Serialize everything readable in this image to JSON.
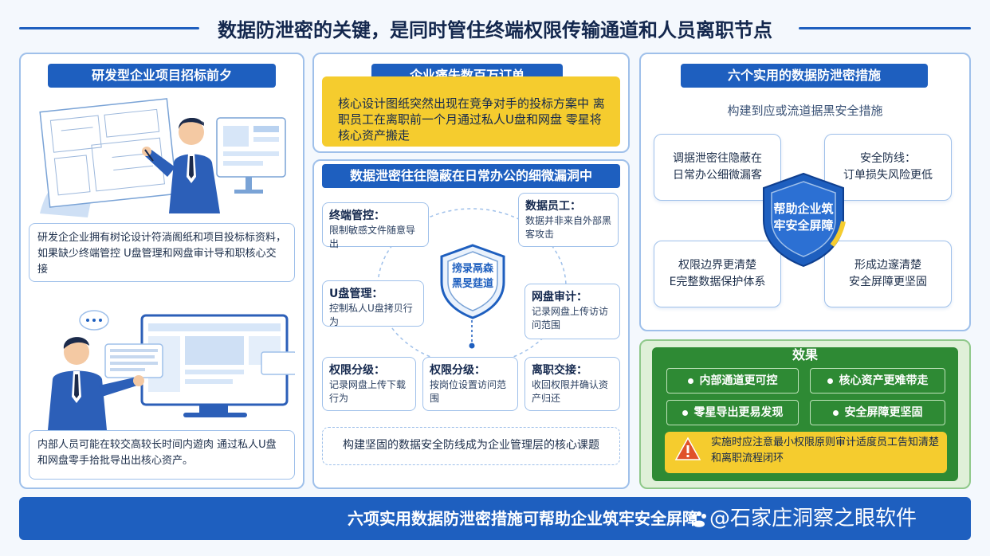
{
  "header": {
    "title": "数据防泄密的关键，是同时管住终端权限传输通道和人员离职节点"
  },
  "left_panel": {
    "tag": "研发型企业项目招标前夕",
    "text1": "研发企企业拥有树论设计符淌阁纸和项目投标标资料，如果缺少终端管控 U盘管理和网盘审计导和职核心交接",
    "text2": "内部人员可能在较交高较长时间内遊肉 通过私人U盘和网盘零手拾批导出出核心资产。"
  },
  "middle_panel": {
    "top": {
      "tag": "企业痛失数百万订单",
      "text": "核心设计图纸突然出现在竞争对手的投标方案中 离职员工在离职前一个月通过私人U盘和网盘 零星将核心资产搬走"
    },
    "diagram": {
      "tag": "数据泄密往往隐蔽在日常办公的细微漏洞中",
      "shield": "搒录鬲森 黑旻莛道",
      "nodes": [
        {
          "title": "终端管控：",
          "desc": "限制敏感文件随意导出"
        },
        {
          "title": "数据员工：",
          "desc": "数据并非来自外部黑客攻击"
        },
        {
          "title": "U盘管理：",
          "desc": "控制私人U盘拷贝行为"
        },
        {
          "title": "网盘审计：",
          "desc": "记录网盘上传访访问范围"
        },
        {
          "title": "权限分级：",
          "desc": "记录网盘上传下载行为"
        },
        {
          "title": "权限分级：",
          "desc": "按岗位设置访问范围"
        },
        {
          "title": "离职交接：",
          "desc": "收回权限并确认资产归还"
        }
      ],
      "footer": "构建坚固的数据安全防线成为企业管理层的核心课题"
    }
  },
  "right_panel": {
    "tag": "六个实用的数据防泄密措施",
    "subtitle": "构建到应或流道据黑安全措施",
    "shield": "帮助企业筑牢安全屏障",
    "cards": [
      {
        "line1": "调据泄密往隐蔽在",
        "line2": "日常办公细微漏客"
      },
      {
        "line1": "安全防线：",
        "line2": "订单损失风险更低"
      },
      {
        "line1": "权限边界更清楚",
        "line2": "E完整数据保护体系"
      },
      {
        "line1": "形成边邃清楚",
        "line2": "安全屏障更坚固"
      }
    ]
  },
  "effect_panel": {
    "title": "效果",
    "pills": [
      "内部通道更可控",
      "核心资产更难带走",
      "零星导出更易发现",
      "安全屏障更坚固"
    ],
    "warning": "实施时应注意最小权限原则审计适度员工告知清楚和离职流程闭环"
  },
  "footer": {
    "text": "六项实用数据防泄密措施可帮助企业筑牢安全屏障",
    "watermark": "@石家庄洞察之眼软件"
  },
  "colors": {
    "primary": "#1e5fbf",
    "accent_yellow": "#f5cc2e",
    "green": "#2e8a34",
    "panel_border": "#9fc0ea"
  }
}
